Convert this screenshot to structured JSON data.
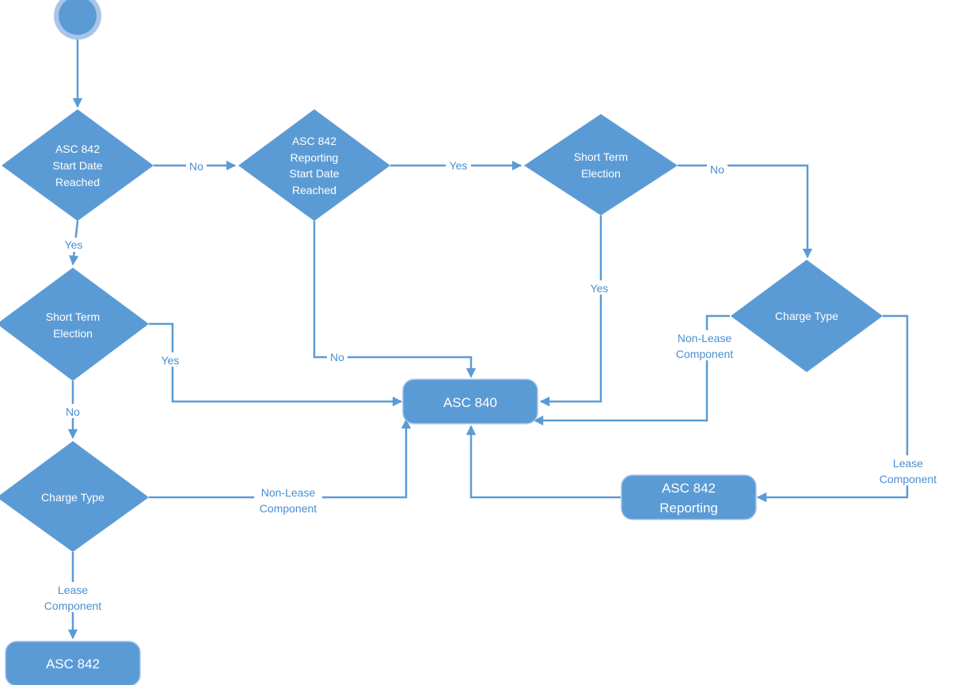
{
  "colors": {
    "shape_fill": "#5b9bd5",
    "shape_border": "#a9c4e8",
    "connector": "#5b9bd5",
    "label_text": "#4a8fd1",
    "shape_text": "#ffffff"
  },
  "nodes": {
    "start": {
      "kind": "start-circle"
    },
    "d1": {
      "lines": [
        "ASC 842",
        "Start Date",
        "Reached"
      ]
    },
    "d2": {
      "lines": [
        "ASC 842",
        "Reporting",
        "Start Date",
        "Reached"
      ]
    },
    "d3": {
      "lines": [
        "Short Term",
        "Election"
      ]
    },
    "d4": {
      "lines": [
        "Short Term",
        "Election"
      ]
    },
    "d5": {
      "lines": [
        "Charge Type"
      ]
    },
    "d6": {
      "lines": [
        "Charge Type"
      ]
    },
    "asc840": {
      "lines": [
        "ASC 840"
      ]
    },
    "asc842_reporting": {
      "lines": [
        "ASC 842",
        "Reporting"
      ]
    },
    "asc842": {
      "lines": [
        "ASC 842"
      ]
    }
  },
  "edge_labels": {
    "d1_no": [
      "No"
    ],
    "d1_yes": [
      "Yes"
    ],
    "d2_yes": [
      "Yes"
    ],
    "d2_no": [
      "No"
    ],
    "d3_no": [
      "No"
    ],
    "d3_yes": [
      "Yes"
    ],
    "d4_yes": [
      "Yes"
    ],
    "d4_no": [
      "No"
    ],
    "d5_nonlease": [
      "Non-Lease",
      "Component"
    ],
    "d5_lease": [
      "Lease",
      "Component"
    ],
    "d6_nonlease": [
      "Non-Lease",
      "Component"
    ],
    "d6_lease": [
      "Lease",
      "Component"
    ]
  }
}
